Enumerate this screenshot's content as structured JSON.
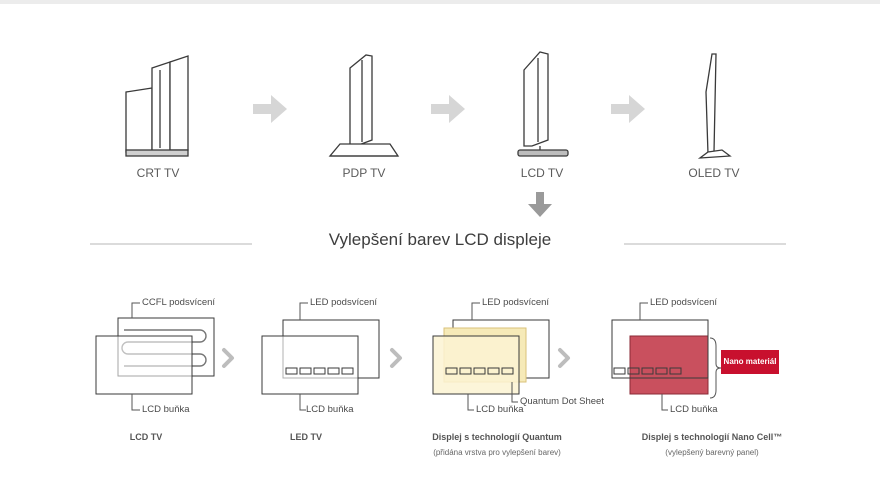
{
  "evolution": {
    "tvs": [
      {
        "label": "CRT TV"
      },
      {
        "label": "PDP TV"
      },
      {
        "label": "LCD TV"
      },
      {
        "label": "OLED TV"
      }
    ]
  },
  "heading": "Vylepšení barev LCD displeje",
  "panels": [
    {
      "backlight_label": "CCFL podsvícení",
      "cell_label": "LCD buňka",
      "title": "LCD TV",
      "subtitle": ""
    },
    {
      "backlight_label": "LED podsvícení",
      "cell_label": "LCD buňka",
      "title": "LED TV",
      "subtitle": ""
    },
    {
      "backlight_label": "LED podsvícení",
      "cell_label": "LCD buňka",
      "extra_label": "Quantum Dot Sheet",
      "title": "Displej s technologií Quantum",
      "subtitle": "(přidána vrstva pro vylepšení barev)"
    },
    {
      "backlight_label": "LED podsvícení",
      "cell_label": "LCD buňka",
      "badge": "Nano materiál",
      "title": "Displej s technologií Nano Cell™",
      "subtitle": "(vylepšený barevný panel)"
    }
  ],
  "colors": {
    "arrow": "#d6d6d6",
    "outline": "#3a3a3a",
    "quantum_fill": "#f6eab8",
    "nano_fill": "#c9505e",
    "badge": "#c8102e"
  },
  "icons": [
    "crt-tv-icon",
    "pdp-tv-icon",
    "lcd-tv-icon",
    "oled-tv-icon",
    "arrow-right-icon",
    "arrow-down-icon",
    "chevron-right-icon"
  ]
}
